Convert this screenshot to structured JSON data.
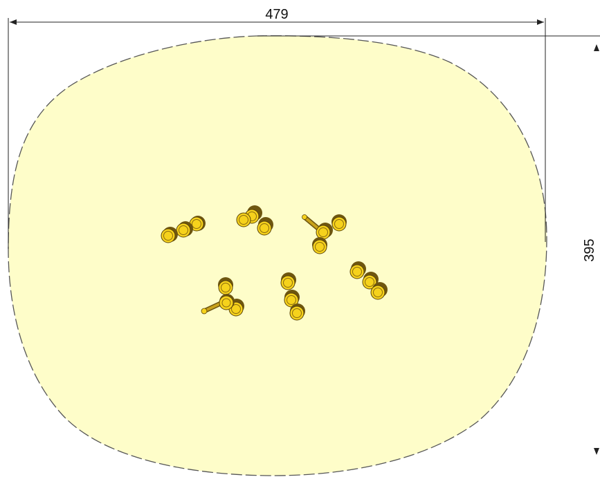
{
  "dimensions": {
    "width_label": "479",
    "height_label": "395"
  },
  "colors": {
    "safety_zone_fill": "#FEFDC9",
    "safety_zone_stroke": "#555555",
    "dimension_line": "#222222",
    "post_dark": "#6E5610",
    "post_mid": "#C9A21A",
    "post_top": "#F6D21C",
    "post_highlight": "#FFE95A"
  },
  "elements": {
    "safety_zone": "safety-zone",
    "equipment": [
      "stepping-posts-1",
      "stepping-posts-2",
      "stepping-posts-3",
      "stepping-posts-4",
      "stepping-posts-5",
      "stepping-posts-6"
    ]
  }
}
